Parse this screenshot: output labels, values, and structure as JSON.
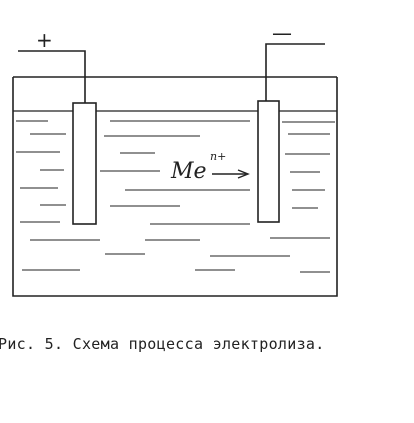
{
  "diagram": {
    "anode_sign": "+",
    "cathode_sign": "—",
    "ion_symbol": "Me",
    "ion_charge": "n+"
  },
  "caption": "Рис. 5. Схема процесса электролиза."
}
